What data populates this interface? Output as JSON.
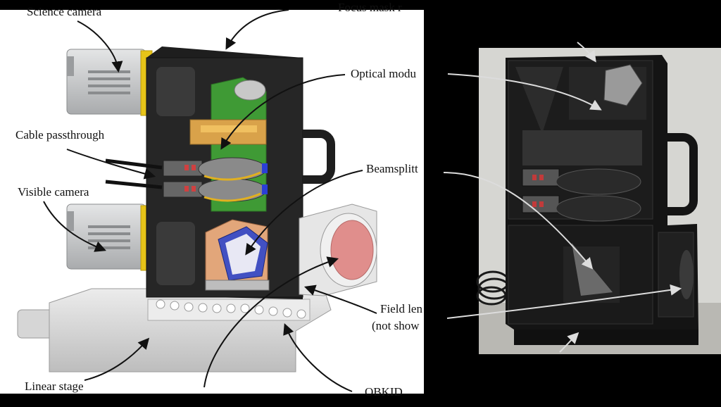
{
  "labels": {
    "science_camera": "Science camera",
    "top_partial": "Focus mask r",
    "optical_module": "Optical modu",
    "cable_passthrough": "Cable passthrough",
    "visible_camera": "Visible camera",
    "beamsplitter": "Beamsplitt",
    "field_lens_1": "Field len",
    "field_lens_2": "(not show",
    "linear_stage": "Linear stage",
    "obkid": "OBKID"
  },
  "colors": {
    "background": "#000000",
    "panel": "#ffffff",
    "chassis": "#242424",
    "optics_green": "#3f9a35",
    "mount_orange": "#d9a24a",
    "mirror_blue": "#3f4fb8",
    "lens_pink": "#e08e8c",
    "camera_grey": "#c9cacb",
    "stage_grey": "#d8d8d8"
  }
}
